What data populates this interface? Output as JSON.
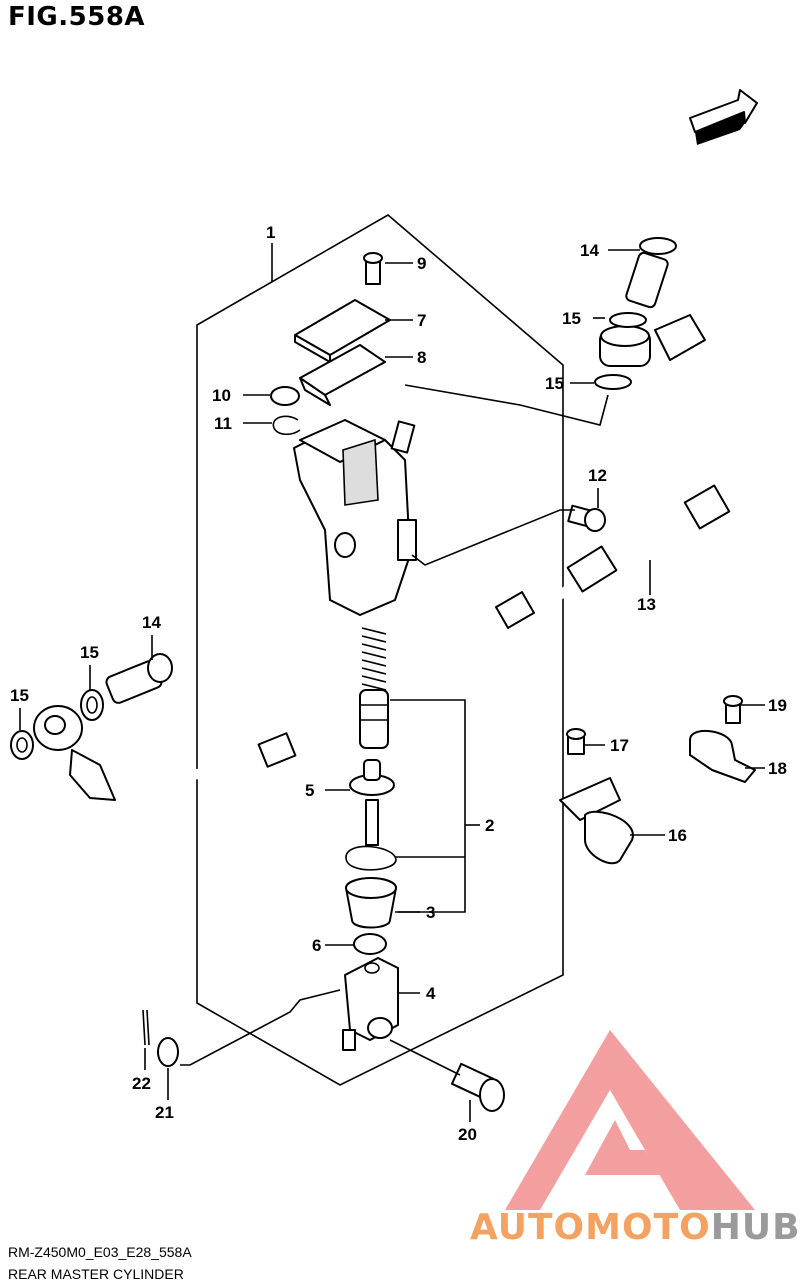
{
  "figure": {
    "title": "FIG.558A",
    "direction_label": "FWD",
    "code": "RM-Z450M0_E03_E28_558A",
    "caption": "REAR MASTER CYLINDER"
  },
  "callouts": [
    {
      "id": "c1",
      "text": "1"
    },
    {
      "id": "c2",
      "text": "2"
    },
    {
      "id": "c3",
      "text": "3"
    },
    {
      "id": "c4",
      "text": "4"
    },
    {
      "id": "c5",
      "text": "5"
    },
    {
      "id": "c6",
      "text": "6"
    },
    {
      "id": "c7",
      "text": "7"
    },
    {
      "id": "c8",
      "text": "8"
    },
    {
      "id": "c9",
      "text": "9"
    },
    {
      "id": "c10",
      "text": "10"
    },
    {
      "id": "c11",
      "text": "11"
    },
    {
      "id": "c12",
      "text": "12"
    },
    {
      "id": "c13",
      "text": "13"
    },
    {
      "id": "c14a",
      "text": "14"
    },
    {
      "id": "c14b",
      "text": "14"
    },
    {
      "id": "c15a",
      "text": "15"
    },
    {
      "id": "c15b",
      "text": "15"
    },
    {
      "id": "c15c",
      "text": "15"
    },
    {
      "id": "c15d",
      "text": "15"
    },
    {
      "id": "c16",
      "text": "16"
    },
    {
      "id": "c17",
      "text": "17"
    },
    {
      "id": "c18",
      "text": "18"
    },
    {
      "id": "c19",
      "text": "19"
    },
    {
      "id": "c20",
      "text": "20"
    },
    {
      "id": "c21",
      "text": "21"
    },
    {
      "id": "c22",
      "text": "22"
    }
  ],
  "watermark": {
    "part1": "AUTO",
    "part2": "MOTO",
    "part3": "HUB",
    "accent_color": "#f4a261",
    "logo_color": "#f08080",
    "hub_color": "#9a9a9a"
  }
}
